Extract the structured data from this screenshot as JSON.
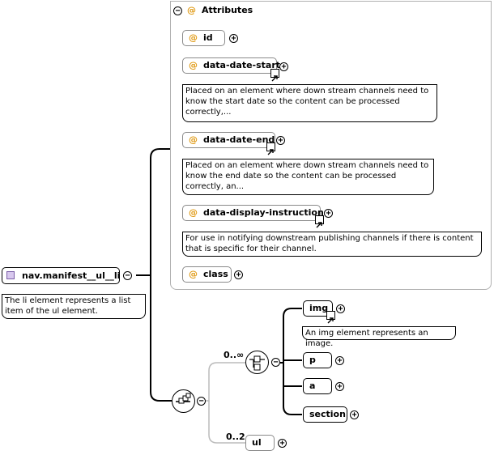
{
  "element": {
    "name": "nav.manifest__ul__li",
    "doc": "The li element represents a list item of the ul element."
  },
  "attributes": {
    "title": "Attributes",
    "items": [
      {
        "name": "id"
      },
      {
        "name": "data-date-start",
        "doc": "Placed on an element where down stream channels need to know the start date so the content can be processed correctly,..."
      },
      {
        "name": "data-date-end",
        "doc": "Placed on an element where down stream channels need to know the end date so the content can be processed correctly, an..."
      },
      {
        "name": "data-display-instructions",
        "doc": "For use in notifying downstream publishing channels if there is content that is specific for their channel."
      },
      {
        "name": "class"
      }
    ]
  },
  "choice": {
    "occurrence": "0..∞",
    "children": [
      {
        "name": "img",
        "doc": "An img element represents an image."
      },
      {
        "name": "p"
      },
      {
        "name": "a"
      },
      {
        "name": "section"
      }
    ]
  },
  "ul": {
    "name": "ul",
    "occurrence": "0..2"
  },
  "symbols": {
    "at": "@",
    "plus": "+",
    "minus": "−"
  }
}
